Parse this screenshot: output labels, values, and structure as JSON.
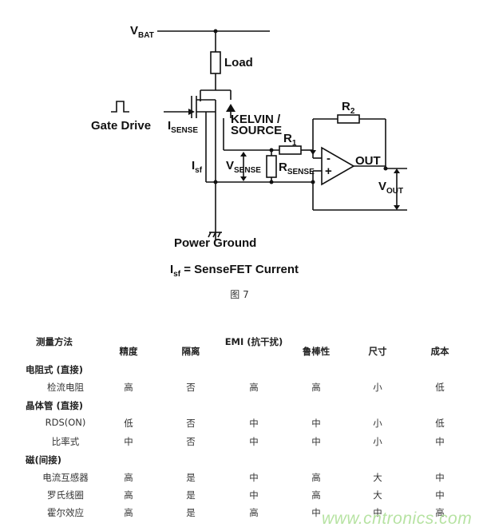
{
  "circuit": {
    "vbat": "V",
    "vbat_sub": "BAT",
    "load": "Load",
    "gate_drive": "Gate Drive",
    "isense": "I",
    "isense_sub": "SENSE",
    "kelvin_1": "KELVIN /",
    "kelvin_2": "SOURCE",
    "r1": "R",
    "r1_sub": "1",
    "r2": "R",
    "r2_sub": "2",
    "isf": "I",
    "isf_sub": "sf",
    "vsense": "V",
    "vsense_sub": "SENSE",
    "rsense": "R",
    "rsense_sub": "SENSE",
    "out": "OUT",
    "vout": "V",
    "vout_sub": "OUT",
    "minus": "-",
    "plus": "+",
    "power_ground": "Power Ground",
    "legend": "I",
    "legend_sub": "sf",
    "legend_rest": " = SenseFET Current"
  },
  "figure_caption": "图 7",
  "table": {
    "headers": {
      "method": "测量方法",
      "accuracy": "精度",
      "isolation": "隔离",
      "emi": "EMI (抗干扰)",
      "robustness": "鲁棒性",
      "size": "尺寸",
      "cost": "成本"
    },
    "groups": [
      {
        "name": "电阻式 (直接)",
        "rows": [
          {
            "method": "检流电阻",
            "values": [
              "高",
              "否",
              "高",
              "高",
              "小",
              "低"
            ]
          }
        ]
      },
      {
        "name": "晶体管 (直接)",
        "rows": [
          {
            "method": "RDS(ON)",
            "values": [
              "低",
              "否",
              "中",
              "中",
              "小",
              "低"
            ]
          },
          {
            "method": "比率式",
            "values": [
              "中",
              "否",
              "中",
              "中",
              "小",
              "中"
            ]
          }
        ]
      },
      {
        "name": "磁(间接)",
        "rows": [
          {
            "method": "电流互感器",
            "values": [
              "高",
              "是",
              "中",
              "高",
              "大",
              "中"
            ]
          },
          {
            "method": "罗氏线圈",
            "values": [
              "高",
              "是",
              "中",
              "高",
              "大",
              "中"
            ]
          },
          {
            "method": "霍尔效应",
            "values": [
              "高",
              "是",
              "高",
              "中",
              "中",
              "高"
            ]
          }
        ]
      }
    ]
  },
  "watermark": "www.cntronics.com"
}
